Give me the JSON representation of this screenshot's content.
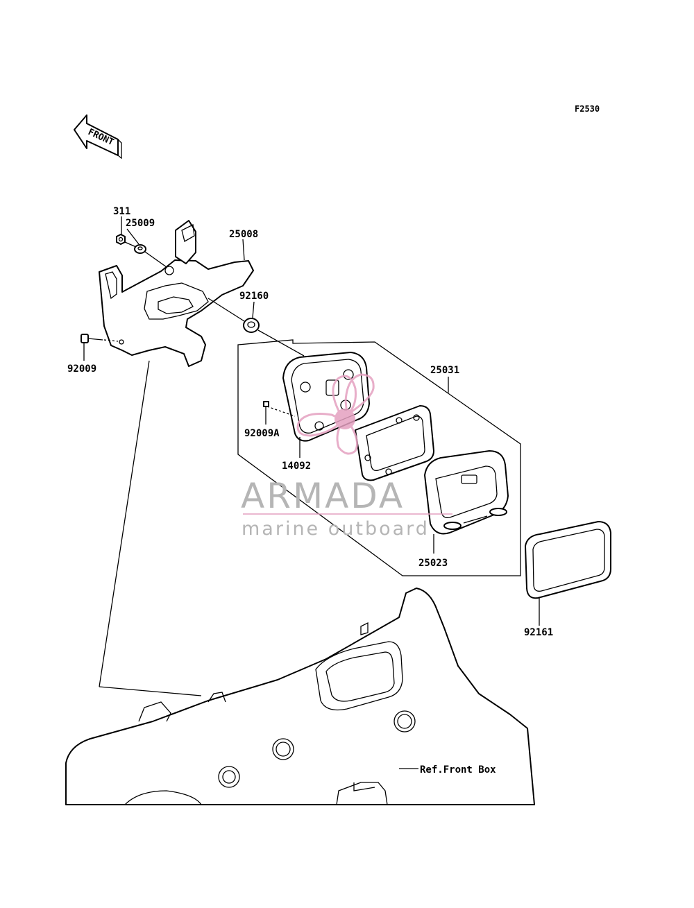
{
  "diagram": {
    "figure_code": "F2530",
    "front_arrow_text": "FRONT",
    "labels": {
      "p311": "311",
      "p25009": "25009",
      "p25008": "25008",
      "p92160": "92160",
      "p92009": "92009",
      "p25031": "25031",
      "p92009A": "92009A",
      "p14092": "14092",
      "p25023": "25023",
      "p92161": "92161",
      "ref_front_box": "Ref.Front Box"
    }
  },
  "watermark": {
    "title": "ARMADA",
    "subtitle": "marine outboard",
    "accent_color": "#e4a0c0",
    "text_color": "#b5b5b5"
  }
}
